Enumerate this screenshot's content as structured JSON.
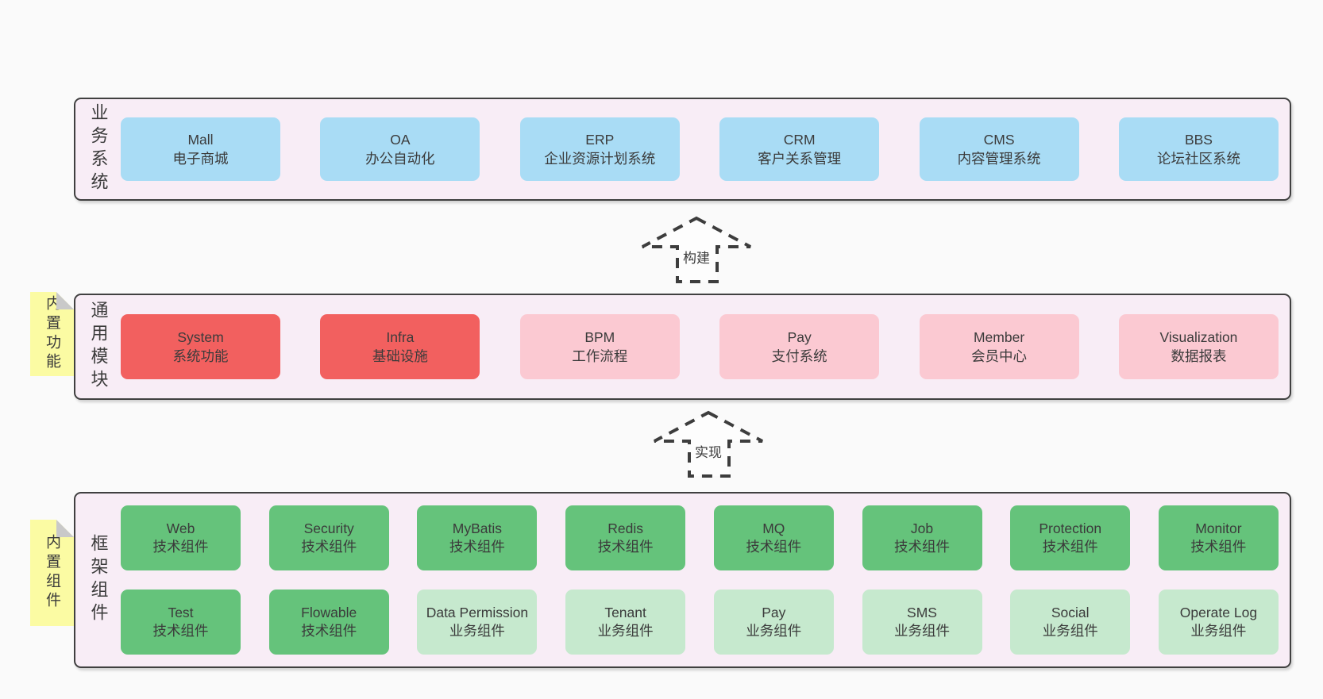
{
  "colors": {
    "background": "#fafafa",
    "container_fill": "#f8edf6",
    "container_border": "#404040",
    "text": "#3b3b3b",
    "blue": "#a9dcf5",
    "red": "#f2605f",
    "pink": "#fbc9d2",
    "green": "#65c37b",
    "lightgreen": "#c6e9ce",
    "note_yellow": "#fbfba3",
    "note_fold_gray": "#c9c9c9"
  },
  "arrows": [
    {
      "label": "构建"
    },
    {
      "label": "实现"
    }
  ],
  "layers": [
    {
      "label": "业务系统",
      "note": null,
      "rows": [
        [
          {
            "name": "Mall",
            "sub": "电子商城",
            "variant": "blue"
          },
          {
            "name": "OA",
            "sub": "办公自动化",
            "variant": "blue"
          },
          {
            "name": "ERP",
            "sub": "企业资源计划系统",
            "variant": "blue"
          },
          {
            "name": "CRM",
            "sub": "客户关系管理",
            "variant": "blue"
          },
          {
            "name": "CMS",
            "sub": "内容管理系统",
            "variant": "blue"
          },
          {
            "name": "BBS",
            "sub": "论坛社区系统",
            "variant": "blue"
          }
        ]
      ]
    },
    {
      "label": "通用模块",
      "note": "内置功能",
      "rows": [
        [
          {
            "name": "System",
            "sub": "系统功能",
            "variant": "red"
          },
          {
            "name": "Infra",
            "sub": "基础设施",
            "variant": "red"
          },
          {
            "name": "BPM",
            "sub": "工作流程",
            "variant": "pink"
          },
          {
            "name": "Pay",
            "sub": "支付系统",
            "variant": "pink"
          },
          {
            "name": "Member",
            "sub": "会员中心",
            "variant": "pink"
          },
          {
            "name": "Visualization",
            "sub": "数据报表",
            "variant": "pink"
          }
        ]
      ]
    },
    {
      "label": "框架组件",
      "note": "内置组件",
      "rows": [
        [
          {
            "name": "Web",
            "sub": "技术组件",
            "variant": "green"
          },
          {
            "name": "Security",
            "sub": "技术组件",
            "variant": "green"
          },
          {
            "name": "MyBatis",
            "sub": "技术组件",
            "variant": "green"
          },
          {
            "name": "Redis",
            "sub": "技术组件",
            "variant": "green"
          },
          {
            "name": "MQ",
            "sub": "技术组件",
            "variant": "green"
          },
          {
            "name": "Job",
            "sub": "技术组件",
            "variant": "green"
          },
          {
            "name": "Protection",
            "sub": "技术组件",
            "variant": "green"
          },
          {
            "name": "Monitor",
            "sub": "技术组件",
            "variant": "green"
          }
        ],
        [
          {
            "name": "Test",
            "sub": "技术组件",
            "variant": "green"
          },
          {
            "name": "Flowable",
            "sub": "技术组件",
            "variant": "green"
          },
          {
            "name": "Data Permission",
            "sub": "业务组件",
            "variant": "lightgreen"
          },
          {
            "name": "Tenant",
            "sub": "业务组件",
            "variant": "lightgreen"
          },
          {
            "name": "Pay",
            "sub": "业务组件",
            "variant": "lightgreen"
          },
          {
            "name": "SMS",
            "sub": "业务组件",
            "variant": "lightgreen"
          },
          {
            "name": "Social",
            "sub": "业务组件",
            "variant": "lightgreen"
          },
          {
            "name": "Operate Log",
            "sub": "业务组件",
            "variant": "lightgreen"
          }
        ]
      ]
    }
  ]
}
